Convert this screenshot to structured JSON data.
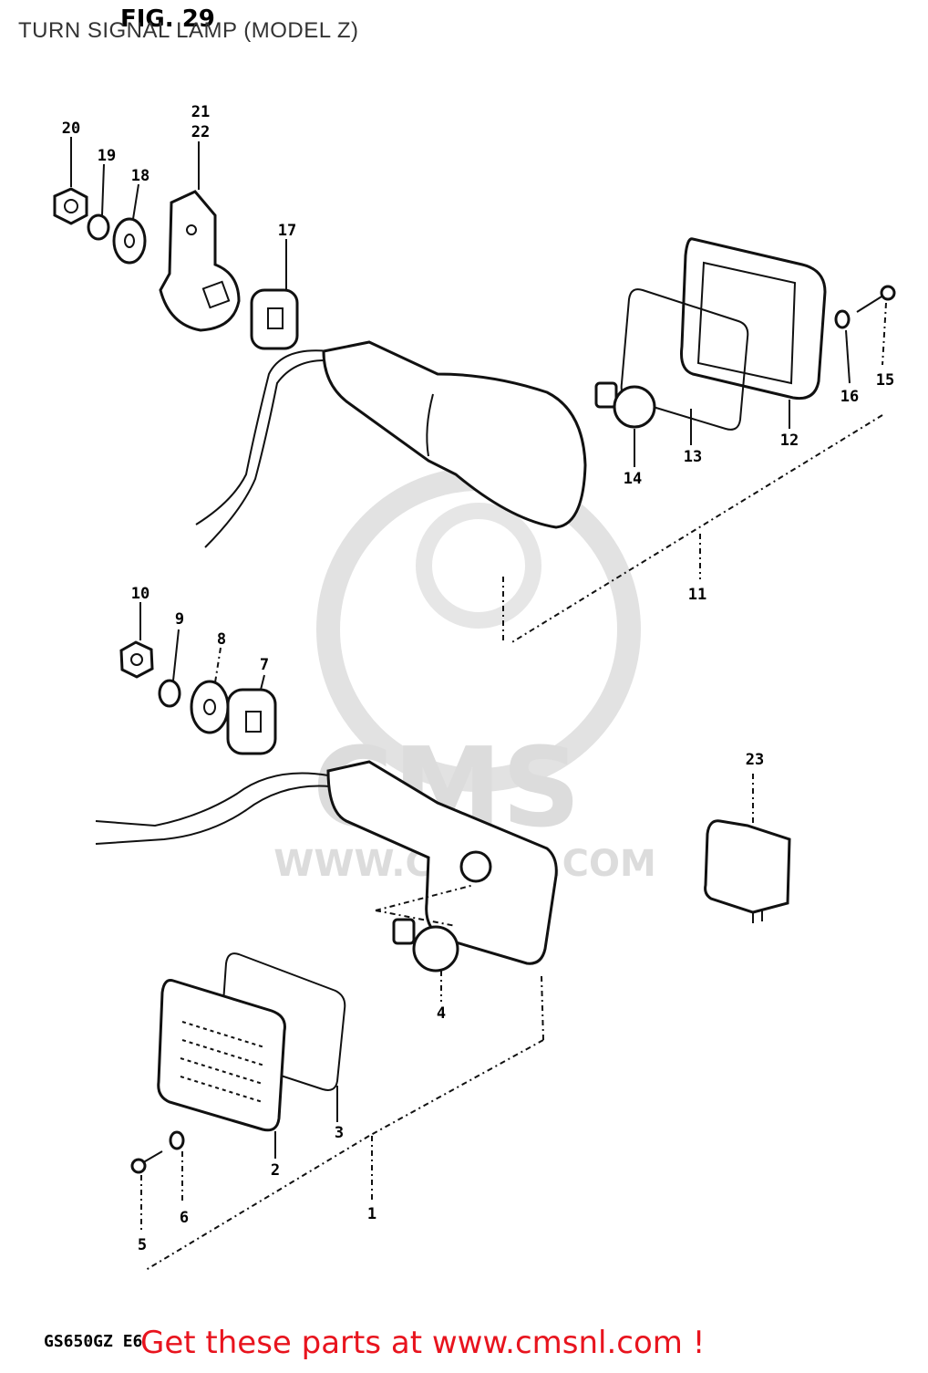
{
  "page": {
    "title": "TURN SIGNAL LAMP (MODEL Z)",
    "figure": "FIG. 29",
    "model_code": "GS650GZ E6",
    "promo": "Get these parts at www.cmsnl.com !"
  },
  "watermark": {
    "brand": "CMS",
    "url": "WWW.CMSNL.COM"
  },
  "part_numbers": [
    "1",
    "2",
    "3",
    "4",
    "5",
    "6",
    "7",
    "8",
    "9",
    "10",
    "11",
    "12",
    "13",
    "14",
    "15",
    "16",
    "17",
    "18",
    "19",
    "20",
    "21",
    "22",
    "23"
  ],
  "colors": {
    "promo_red": "#e8141e",
    "line_black": "#111111",
    "watermark_gray": "#dcdcdc"
  }
}
